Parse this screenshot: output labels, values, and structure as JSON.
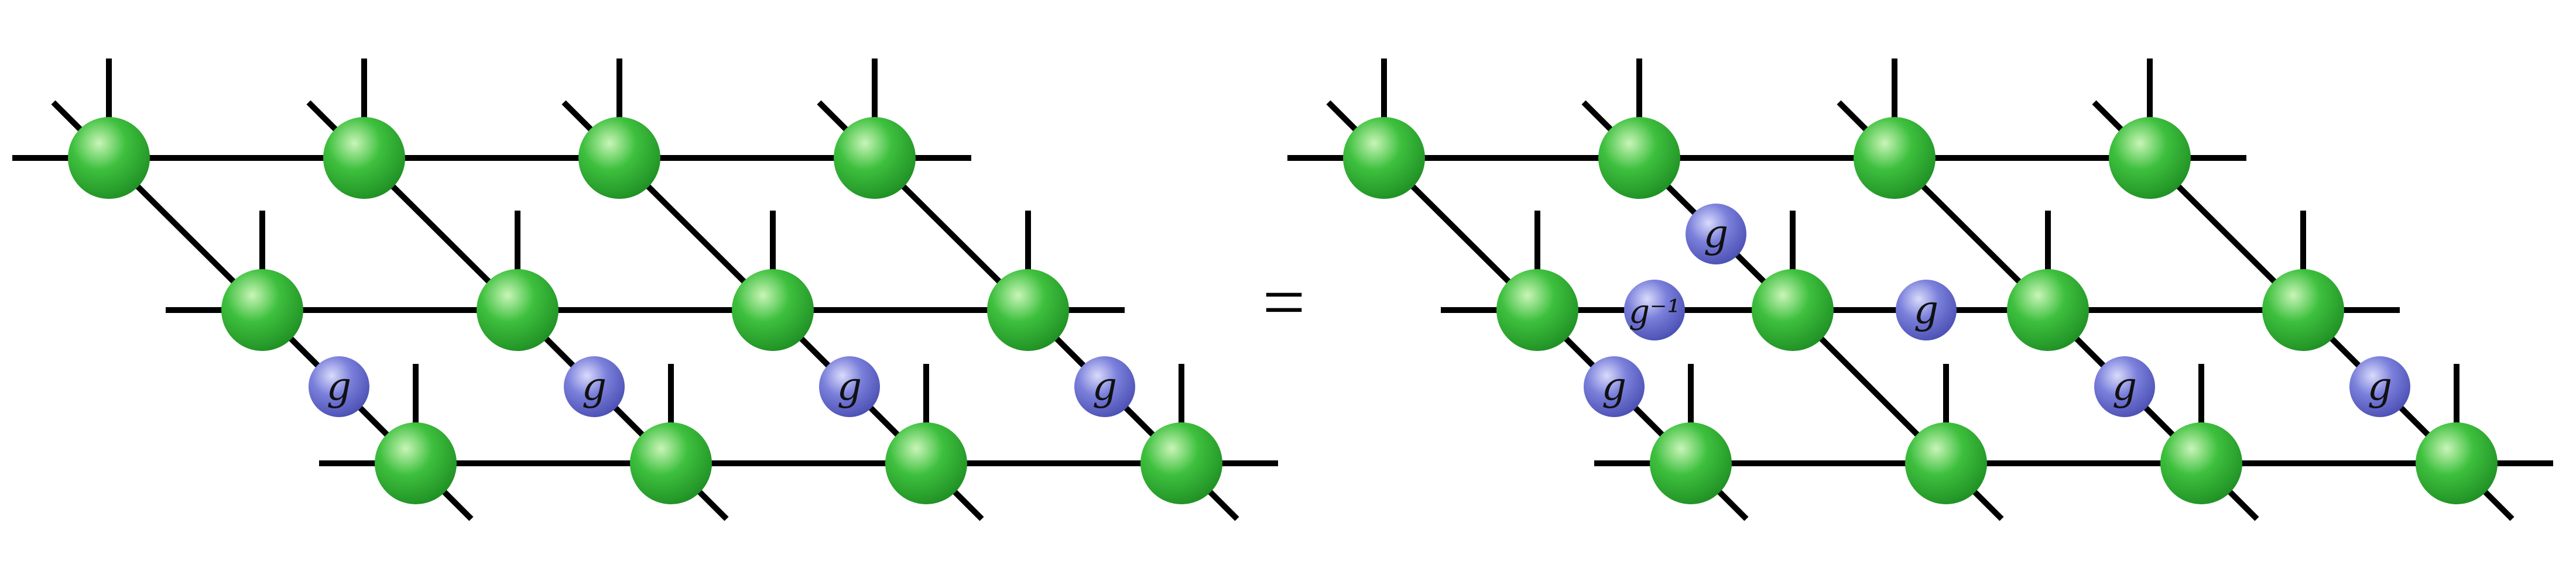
{
  "colors": {
    "line": "#000000",
    "tensor_fill": "#3ec03e",
    "tensor_highlight": "#c9f5b8",
    "tensor_shade": "#1f8f24",
    "gauge_fill": "#7b80db",
    "gauge_highlight": "#d9dbfb",
    "gauge_shade": "#4a4fb3",
    "background": "#ffffff"
  },
  "equals_sign": "=",
  "gauge_label": "g",
  "gauge_inverse_label": "g⁻¹",
  "diagram": {
    "left": {
      "rows": 3,
      "columns": 4,
      "gauges": [
        {
          "row": 1,
          "col": 0,
          "label": "g"
        },
        {
          "row": 1,
          "col": 1,
          "label": "g"
        },
        {
          "row": 1,
          "col": 2,
          "label": "g"
        },
        {
          "row": 1,
          "col": 3,
          "label": "g"
        }
      ]
    },
    "right": {
      "rows": 3,
      "columns": 4,
      "gauges": [
        {
          "row": 1,
          "col": 0,
          "label": "g"
        },
        {
          "row": 0,
          "col": 1,
          "label": "g"
        },
        {
          "row": 1,
          "col": 2,
          "label": "g"
        },
        {
          "row": 1,
          "col": 3,
          "label": "g"
        }
      ]
    }
  }
}
